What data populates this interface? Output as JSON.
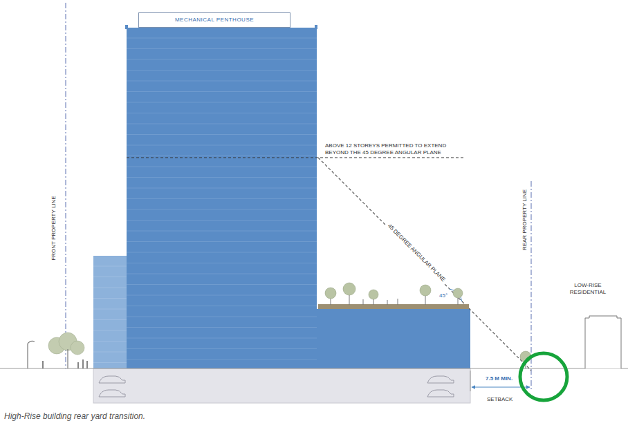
{
  "diagram": {
    "caption": "High-Rise building rear yard transition.",
    "nodes": [
      {
        "text": [
          "MECHANICAL PENTHOUSE"
        ]
      },
      {
        "text": [
          "LOW-RISE RESIDENTIAL"
        ]
      }
    ],
    "labels": [
      "FRONT PROPERTY LINE",
      "ABOVE 12 STOREYS PERMITTED TO EXTEND BEYOND THE 45 DEGREE ANGULAR PLANE",
      "45 DEGREE ANGULAR PLANE",
      "45°",
      "REAR PROPERTY LINE",
      "7.5 M MIN.",
      "SETBACK"
    ]
  }
}
